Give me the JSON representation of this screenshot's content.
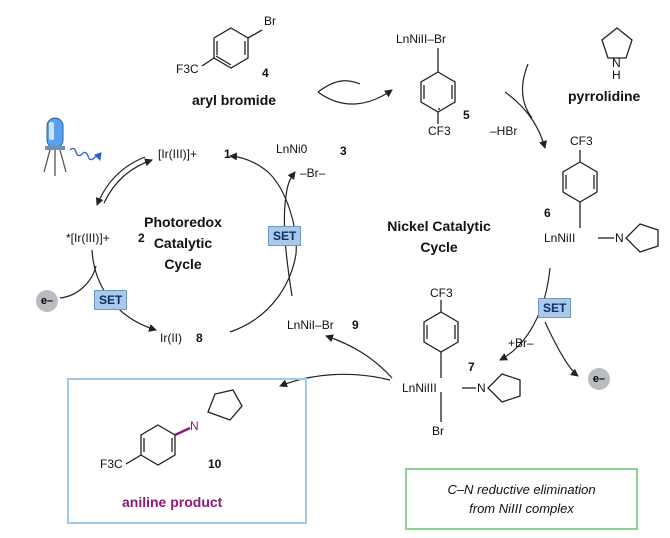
{
  "compounds": {
    "c4": {
      "substituent_cf3": "F3C",
      "substituent_br": "Br",
      "number": "4",
      "name": "aryl bromide"
    },
    "c5": {
      "ni_label": "LnNiII–Br",
      "substituent": "CF3",
      "number": "5"
    },
    "pyrrolidine": {
      "nh": "N",
      "h": "H",
      "name": "pyrrolidine"
    },
    "c6": {
      "substituent": "CF3",
      "ni_label": "LnNiII",
      "n": "N",
      "number": "6"
    },
    "c7": {
      "substituent": "CF3",
      "ni_label": "LnNiIII",
      "n": "N",
      "br": "Br",
      "number": "7"
    },
    "c9": {
      "label": "LnNiI–Br",
      "number": "9"
    },
    "c3": {
      "label": "LnNi0",
      "number": "3"
    },
    "c1": {
      "label": "[Ir(III)]+",
      "number": "1"
    },
    "c2": {
      "label": "*[Ir(III)]+",
      "number": "2"
    },
    "c8": {
      "label": "Ir(II)",
      "number": "8"
    },
    "c10": {
      "substituent": "F3C",
      "n": "N",
      "number": "10",
      "name": "aniline product"
    }
  },
  "cycles": {
    "photoredox": [
      "Photoredox",
      "Catalytic",
      "Cycle"
    ],
    "nickel": [
      "Nickel Catalytic",
      "Cycle"
    ]
  },
  "labels": {
    "set": "SET",
    "electron": "e–",
    "minus_br": "–Br–",
    "minus_hbr": "–HBr",
    "plus_br": "+Br–"
  },
  "note": [
    "C–N reductive elimination",
    "from NiIII complex"
  ],
  "colors": {
    "set_fill": "#a9c8ea",
    "purple": "#8a1a7a",
    "blue_box": "#9fc8ec",
    "green_box": "#8fcf94",
    "led": "#5aa0ef"
  }
}
